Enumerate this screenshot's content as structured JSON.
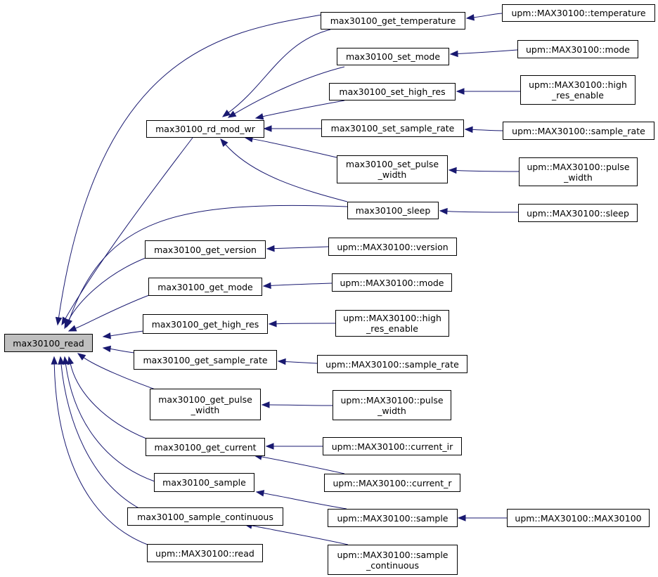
{
  "diagram": {
    "colors": {
      "edge": "#191970",
      "focus_fill": "#bfbfbf",
      "node_fill": "#ffffff",
      "node_border": "#000000"
    },
    "nodes": {
      "read": {
        "label": "max30100_read",
        "focus": true
      },
      "rd_mod_wr": {
        "label": "max30100_rd_mod_wr"
      },
      "get_temperature": {
        "label": "max30100_get_temperature"
      },
      "set_mode": {
        "label": "max30100_set_mode"
      },
      "set_high_res": {
        "label": "max30100_set_high_res"
      },
      "set_sample_rate": {
        "label": "max30100_set_sample_rate"
      },
      "set_pulse_width": {
        "label": "max30100_set_pulse\n_width"
      },
      "sleep": {
        "label": "max30100_sleep"
      },
      "get_version": {
        "label": "max30100_get_version"
      },
      "get_mode": {
        "label": "max30100_get_mode"
      },
      "get_high_res": {
        "label": "max30100_get_high_res"
      },
      "get_sample_rate": {
        "label": "max30100_get_sample_rate"
      },
      "get_pulse_width": {
        "label": "max30100_get_pulse\n_width"
      },
      "get_current": {
        "label": "max30100_get_current"
      },
      "sample": {
        "label": "max30100_sample"
      },
      "sample_continuous": {
        "label": "max30100_sample_continuous"
      },
      "upm_read": {
        "label": "upm::MAX30100::read"
      },
      "upm_temperature": {
        "label": "upm::MAX30100::temperature"
      },
      "upm_mode_set": {
        "label": "upm::MAX30100::mode"
      },
      "upm_high_res_set": {
        "label": "upm::MAX30100::high\n_res_enable"
      },
      "upm_sample_rate_set": {
        "label": "upm::MAX30100::sample_rate"
      },
      "upm_pulse_width_set": {
        "label": "upm::MAX30100::pulse\n_width"
      },
      "upm_sleep": {
        "label": "upm::MAX30100::sleep"
      },
      "upm_version": {
        "label": "upm::MAX30100::version"
      },
      "upm_mode_get": {
        "label": "upm::MAX30100::mode"
      },
      "upm_high_res_get": {
        "label": "upm::MAX30100::high\n_res_enable"
      },
      "upm_sample_rate_get": {
        "label": "upm::MAX30100::sample_rate"
      },
      "upm_pulse_width_get": {
        "label": "upm::MAX30100::pulse\n_width"
      },
      "upm_current_ir": {
        "label": "upm::MAX30100::current_ir"
      },
      "upm_current_r": {
        "label": "upm::MAX30100::current_r"
      },
      "upm_sample": {
        "label": "upm::MAX30100::sample"
      },
      "upm_sample_continuous": {
        "label": "upm::MAX30100::sample\n_continuous"
      },
      "upm_ctor": {
        "label": "upm::MAX30100::MAX30100"
      }
    },
    "edges": [
      {
        "from": "get_temperature",
        "to": "read"
      },
      {
        "from": "rd_mod_wr",
        "to": "read"
      },
      {
        "from": "sleep",
        "to": "read"
      },
      {
        "from": "get_version",
        "to": "read"
      },
      {
        "from": "get_mode",
        "to": "read"
      },
      {
        "from": "get_high_res",
        "to": "read"
      },
      {
        "from": "get_sample_rate",
        "to": "read"
      },
      {
        "from": "get_pulse_width",
        "to": "read"
      },
      {
        "from": "get_current",
        "to": "read"
      },
      {
        "from": "sample",
        "to": "read"
      },
      {
        "from": "sample_continuous",
        "to": "read"
      },
      {
        "from": "upm_read",
        "to": "read"
      },
      {
        "from": "get_temperature",
        "to": "rd_mod_wr"
      },
      {
        "from": "set_mode",
        "to": "rd_mod_wr"
      },
      {
        "from": "set_high_res",
        "to": "rd_mod_wr"
      },
      {
        "from": "set_sample_rate",
        "to": "rd_mod_wr"
      },
      {
        "from": "set_pulse_width",
        "to": "rd_mod_wr"
      },
      {
        "from": "sleep",
        "to": "rd_mod_wr"
      },
      {
        "from": "upm_temperature",
        "to": "get_temperature"
      },
      {
        "from": "upm_mode_set",
        "to": "set_mode"
      },
      {
        "from": "upm_high_res_set",
        "to": "set_high_res"
      },
      {
        "from": "upm_sample_rate_set",
        "to": "set_sample_rate"
      },
      {
        "from": "upm_pulse_width_set",
        "to": "set_pulse_width"
      },
      {
        "from": "upm_sleep",
        "to": "sleep"
      },
      {
        "from": "upm_version",
        "to": "get_version"
      },
      {
        "from": "upm_mode_get",
        "to": "get_mode"
      },
      {
        "from": "upm_high_res_get",
        "to": "get_high_res"
      },
      {
        "from": "upm_sample_rate_get",
        "to": "get_sample_rate"
      },
      {
        "from": "upm_pulse_width_get",
        "to": "get_pulse_width"
      },
      {
        "from": "upm_current_ir",
        "to": "get_current"
      },
      {
        "from": "upm_current_r",
        "to": "get_current"
      },
      {
        "from": "upm_sample",
        "to": "sample"
      },
      {
        "from": "upm_sample_continuous",
        "to": "sample_continuous"
      },
      {
        "from": "upm_ctor",
        "to": "upm_sample"
      }
    ]
  }
}
